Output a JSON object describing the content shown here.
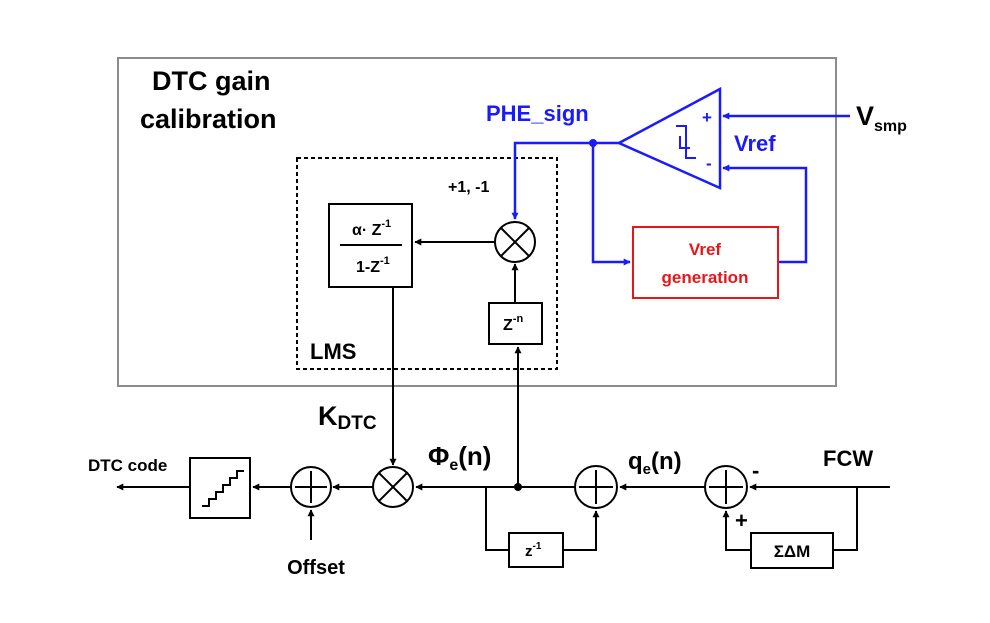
{
  "outer_box": {
    "title_line1": "DTC gain",
    "title_line2": "calibration"
  },
  "lms": {
    "label": "LMS",
    "accumulator_num": "α· Z",
    "accumulator_num_sup": "-1",
    "accumulator_den": "1-Z",
    "accumulator_den_sup": "-1",
    "delay_base": "Z",
    "delay_sup": "-n",
    "sign_input": "+1, -1"
  },
  "comparator": {
    "plus": "+",
    "minus": "-",
    "output_label": "PHE_sign",
    "vref_label": "Vref",
    "vsmp_base": "V",
    "vsmp_sub": "smp"
  },
  "vref_gen": {
    "line1": "Vref",
    "line2": "generation"
  },
  "signals": {
    "kdtc_base": "K",
    "kdtc_sub": "DTC",
    "phi_base": "Φ",
    "phi_sub": "e",
    "phi_arg": "(n)",
    "qe_base": "q",
    "qe_sub": "e",
    "qe_arg": "(n)",
    "fcw": "FCW",
    "dtc_code": "DTC code",
    "offset": "Offset"
  },
  "blocks": {
    "z1_base": "z",
    "z1_sup": "-1",
    "sdm": "ΣΔM",
    "sum_plus": "+",
    "sum_minus": "-"
  },
  "colors": {
    "blue": "#1a1aff",
    "red": "#e8161b",
    "black": "#000000",
    "gray": "#8c8c8c"
  }
}
